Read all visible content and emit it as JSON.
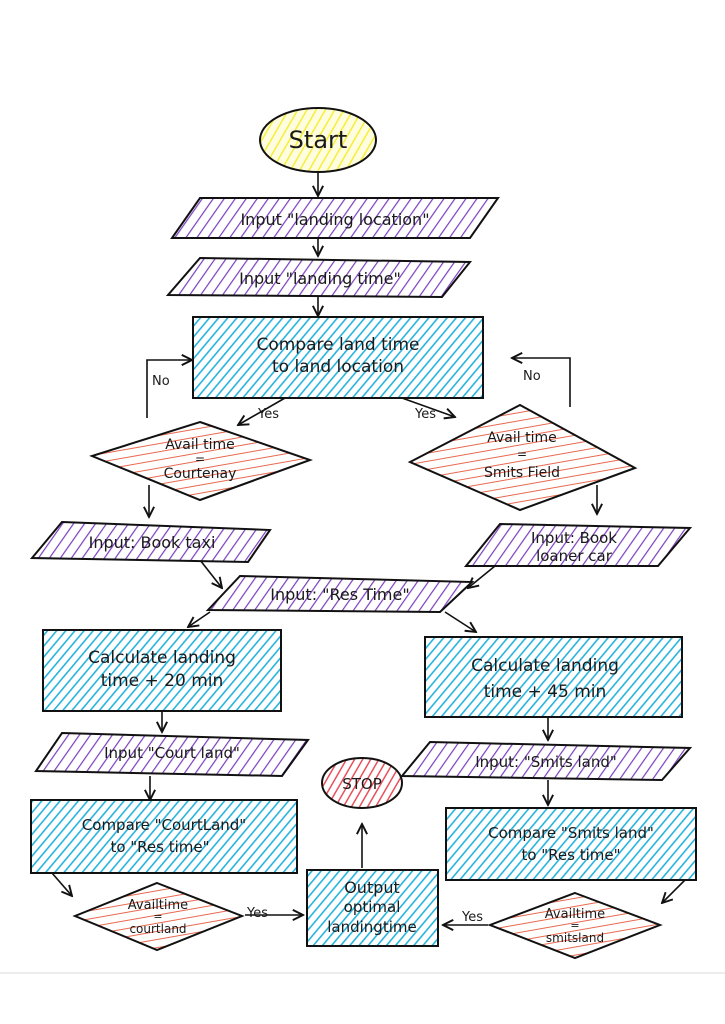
{
  "colors": {
    "terminal_start": "#f6ee3a",
    "terminal_stop": "#e8505b",
    "io_scribble": "#7b3fbf",
    "process_scribble": "#27b3dc",
    "decision_scribble": "#e8694f",
    "ink": "#111111",
    "page_border": "#d9d9d9"
  },
  "nodes": {
    "start": "Start",
    "in_location": "Input \"landing location\"",
    "in_time": "Input \"landing time\"",
    "compare1_l1": "Compare land time",
    "compare1_l2": "to land location",
    "dec_court_l1": "Avail time",
    "dec_court_l2": "=",
    "dec_court_l3": "Courtenay",
    "dec_smits_l1": "Avail time",
    "dec_smits_l2": "=",
    "dec_smits_l3": "Smits Field",
    "in_taxi": "Input: Book taxi",
    "in_loaner_l1": "Input: Book",
    "in_loaner_l2": "loaner car",
    "in_restime": "Input: \"Res Time\"",
    "calc20_l1": "Calculate landing",
    "calc20_l2": "time + 20 min",
    "calc45_l1": "Calculate landing",
    "calc45_l2": "time + 45 min",
    "in_courtland": "Input \"Court land\"",
    "in_smitsland": "Input: \"Smits land\"",
    "cmp_court_l1": "Compare \"CourtLand\"",
    "cmp_court_l2": "to \"Res time\"",
    "cmp_smits_l1": "Compare \"Smits land\"",
    "cmp_smits_l2": "to \"Res time\"",
    "dec_courtland_l1": "Availtime",
    "dec_courtland_l2": "=",
    "dec_courtland_l3": "courtland",
    "dec_smitsland_l1": "Availtime",
    "dec_smitsland_l2": "=",
    "dec_smitsland_l3": "smitsland",
    "output_l1": "Output",
    "output_l2": "optimal",
    "output_l3": "landingtime",
    "stop": "STOP"
  },
  "edges": {
    "no_left": "No",
    "no_right": "No",
    "yes_left": "Yes",
    "yes_right": "Yes",
    "yes_courtland": "Yes",
    "yes_smitsland": "Yes"
  }
}
